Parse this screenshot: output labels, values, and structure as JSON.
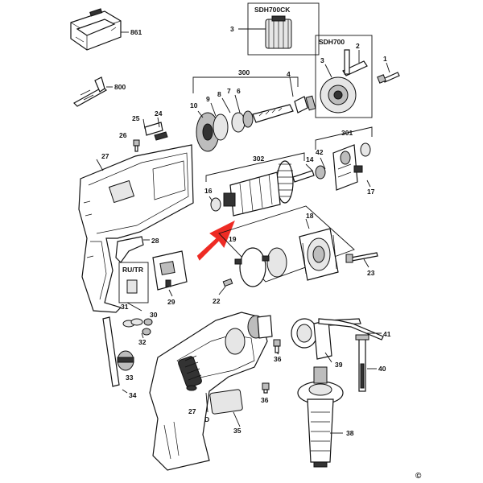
{
  "diagram": {
    "part_labels": {
      "p861": "861",
      "p800": "800",
      "p1": "1",
      "p2": "2",
      "p3a": "3",
      "p3b": "3",
      "p4": "4",
      "p6": "6",
      "p7": "7",
      "p8": "8",
      "p9": "9",
      "p10": "10",
      "p14": "14",
      "p16": "16",
      "p17": "17",
      "p18": "18",
      "p19": "19",
      "p22": "22",
      "p23": "23",
      "p24": "24",
      "p25": "25",
      "p26": "26",
      "p27a": "27",
      "p27b": "27",
      "p28": "28",
      "p29": "29",
      "p30": "30",
      "p31": "31",
      "p32": "32",
      "p33": "33",
      "p34": "34",
      "p35": "35",
      "p36a": "36",
      "p36b": "36",
      "p38": "38",
      "p39": "39",
      "p40": "40",
      "p41": "41",
      "p42": "42",
      "p300": "300",
      "p301": "301",
      "p302": "302",
      "pD": "D"
    },
    "box_labels": {
      "sdh700ck": "SDH700CK",
      "sdh700": "SDH700",
      "rutr": "RU/TR"
    },
    "copyright": "©",
    "colors": {
      "ink": "#111111",
      "highlight_arrow": "#ee2b24"
    },
    "icons": {
      "highlight": "red-arrow-icon"
    }
  }
}
